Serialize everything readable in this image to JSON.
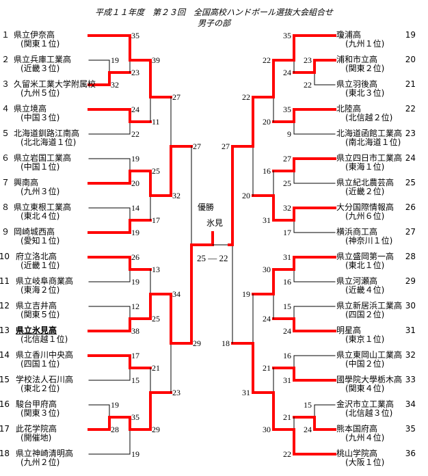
{
  "title": "平成１１年度　第２３回　全国高校ハンドボール選抜大会組合せ",
  "subtitle": "男子の部",
  "champion": {
    "label": "優勝",
    "name": "氷見",
    "score_left": "25",
    "dash": "—",
    "score_right": "22"
  },
  "colors": {
    "winner_line": "#ff0000",
    "line": "#000000"
  },
  "left": {
    "teams": [
      {
        "no": "１",
        "name": "県立伊奈高",
        "region": "(関東１位)"
      },
      {
        "no": "２",
        "name": "県立兵庫工業高",
        "region": "(近畿３位)"
      },
      {
        "no": "３",
        "name": "久留米工業大学附属校",
        "region": "(九州５位)"
      },
      {
        "no": "４",
        "name": "県立境高",
        "region": "(中国３位)"
      },
      {
        "no": "５",
        "name": "北海道釧路江南高",
        "region": "(北北海道１位)"
      },
      {
        "no": "６",
        "name": "県立岩国工業高",
        "region": "(中国１位)"
      },
      {
        "no": "７",
        "name": "興南高",
        "region": "(九州３位)"
      },
      {
        "no": "８",
        "name": "県立東根工業高",
        "region": "(東北４位)"
      },
      {
        "no": "９",
        "name": "岡崎城西高",
        "region": "(愛知１位)"
      },
      {
        "no": "10",
        "name": "府立洛北高",
        "region": "(近畿１位)"
      },
      {
        "no": "11",
        "name": "県立岐阜商業高",
        "region": "(東海２位)"
      },
      {
        "no": "12",
        "name": "県立吉井高",
        "region": "(関東５位)"
      },
      {
        "no": "13",
        "name": "県立氷見高",
        "region": "(北信越１位)"
      },
      {
        "no": "14",
        "name": "県立香川中央高",
        "region": "(四国１位)"
      },
      {
        "no": "15",
        "name": "学校法人石川高",
        "region": "(東北２位)"
      },
      {
        "no": "16",
        "name": "駿台甲府高",
        "region": "(関東３位)"
      },
      {
        "no": "17",
        "name": "此花学院高",
        "region": "(開催地)"
      },
      {
        "no": "18",
        "name": "県立神崎清明高",
        "region": "(九州２位)"
      }
    ],
    "scores": [
      "35",
      "19",
      "23",
      "32",
      "39",
      "24",
      "22",
      "11",
      "27",
      "19",
      "20",
      "25",
      "14",
      "19",
      "17",
      "32",
      "27",
      "26",
      "19",
      "13",
      "12",
      "38",
      "25",
      "34",
      "17",
      "15",
      "21",
      "19",
      "28",
      "35",
      "19",
      "29",
      "23",
      "29"
    ]
  },
  "right": {
    "teams": [
      {
        "no": "19",
        "name": "瓊浦高",
        "region": "(九州１位)"
      },
      {
        "no": "20",
        "name": "浦和市立高",
        "region": "(関東２位)"
      },
      {
        "no": "21",
        "name": "県立羽後高",
        "region": "(東北３位)"
      },
      {
        "no": "22",
        "name": "北陸高",
        "region": "(北信越２位)"
      },
      {
        "no": "23",
        "name": "北海道函館工業高",
        "region": "(南北海道１位)"
      },
      {
        "no": "24",
        "name": "県立四日市工業高",
        "region": "(東海１位)"
      },
      {
        "no": "25",
        "name": "県立紀北農芸高",
        "region": "(近畿２位)"
      },
      {
        "no": "26",
        "name": "大分国際情報高",
        "region": "(九州６位)"
      },
      {
        "no": "27",
        "name": "横浜商工高",
        "region": "(神奈川１位)"
      },
      {
        "no": "28",
        "name": "県立盛岡第一高",
        "region": "(東北１位)"
      },
      {
        "no": "29",
        "name": "県立河瀬高",
        "region": "(近畿４位)"
      },
      {
        "no": "30",
        "name": "県立新居浜工業高",
        "region": "(四国２位)"
      },
      {
        "no": "31",
        "name": "明星高",
        "region": "(東京１位)"
      },
      {
        "no": "32",
        "name": "県立東岡山工業高",
        "region": "(中国２位)"
      },
      {
        "no": "33",
        "name": "國學院大學栃木高",
        "region": "(関東４位)"
      },
      {
        "no": "34",
        "name": "金沢市立工業高",
        "region": "(北信越３位)"
      },
      {
        "no": "35",
        "name": "熊本国府高",
        "region": "(九州４位)"
      },
      {
        "no": "36",
        "name": "桃山学院高",
        "region": "(大阪１位)"
      }
    ],
    "scores": [
      "35",
      "23",
      "24",
      "22",
      "22",
      "35",
      "9",
      "20",
      "22",
      "27",
      "25",
      "16",
      "32",
      "17",
      "31",
      "20",
      "27",
      "31",
      "16",
      "30",
      "15",
      "24",
      "24",
      "19",
      "16",
      "31",
      "21",
      "15",
      "24",
      "21",
      "22",
      "30",
      "31",
      "18"
    ]
  }
}
